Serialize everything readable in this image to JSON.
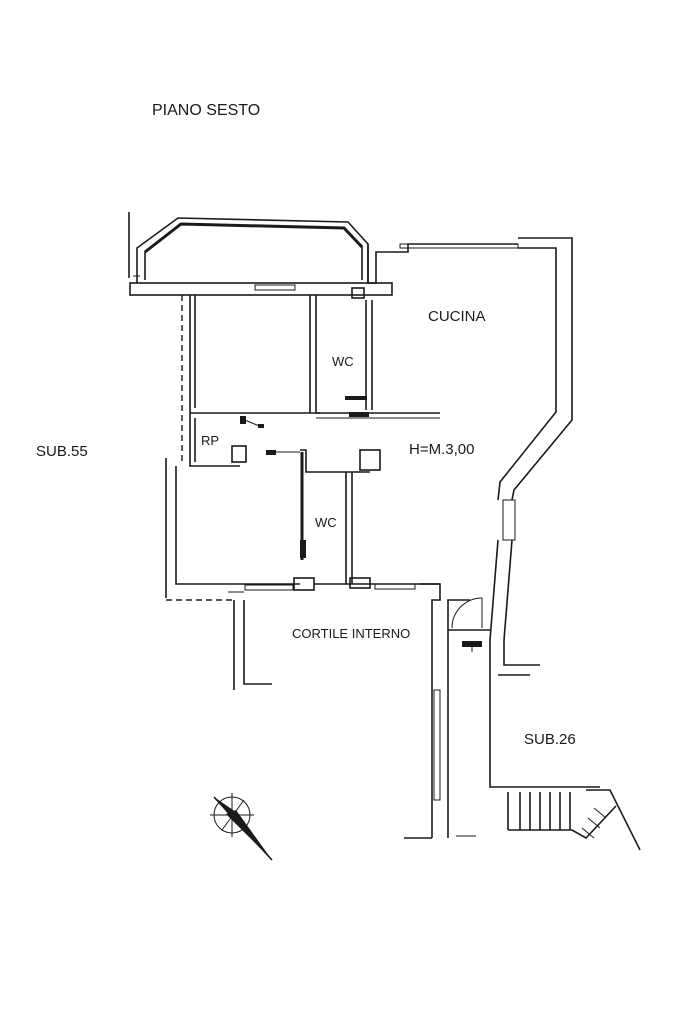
{
  "plan": {
    "title": "PIANO SESTO",
    "labels": {
      "kitchen": "CUCINA",
      "wc_upper": "WC",
      "wc_lower": "WC",
      "storage": "RP",
      "height": "H=M.3,00",
      "courtyard": "CORTILE INTERNO",
      "sub_left": "SUB.55",
      "sub_right": "SUB.26"
    },
    "icons": {
      "compass": "north-arrow-icon",
      "door": "door-swing-icon",
      "stairs": "stairs-icon"
    },
    "colors": {
      "ink": "#1a1a1a",
      "paper": "#ffffff"
    }
  }
}
